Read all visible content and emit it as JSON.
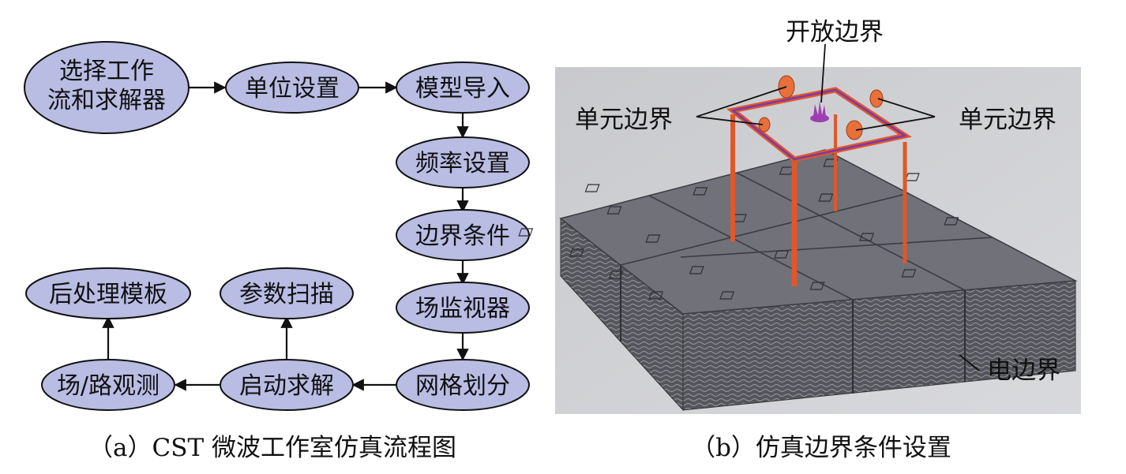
{
  "panel_a": {
    "caption": "（a）CST 微波工作室仿真流程图",
    "nodes": {
      "select_workflow_line1": "选择工作",
      "select_workflow_line2": "流和求解器",
      "unit_settings": "单位设置",
      "model_import": "模型导入",
      "frequency_settings": "频率设置",
      "boundary_conditions": "边界条件",
      "field_monitor": "场监视器",
      "mesh": "网格划分",
      "start_solver": "启动求解",
      "field_path_observe": "场/路观测",
      "param_sweep": "参数扫描",
      "postprocess_template": "后处理模板"
    }
  },
  "panel_b": {
    "caption": "（b）仿真边界条件设置",
    "labels": {
      "open_boundary": "开放边界",
      "unit_boundary_left": "单元边界",
      "unit_boundary_right": "单元边界",
      "electric_boundary": "电边界"
    }
  },
  "colors": {
    "node_fill": "#b9bde4",
    "node_stroke": "#111111",
    "render_bg": "#cfd0d3",
    "block_top": "#6f7077",
    "block_side": "#54555b",
    "frame": "#e0572c",
    "frame_top": "#7a3aa8",
    "port": "#e8703a",
    "open_marker": "#9b3fb0"
  }
}
